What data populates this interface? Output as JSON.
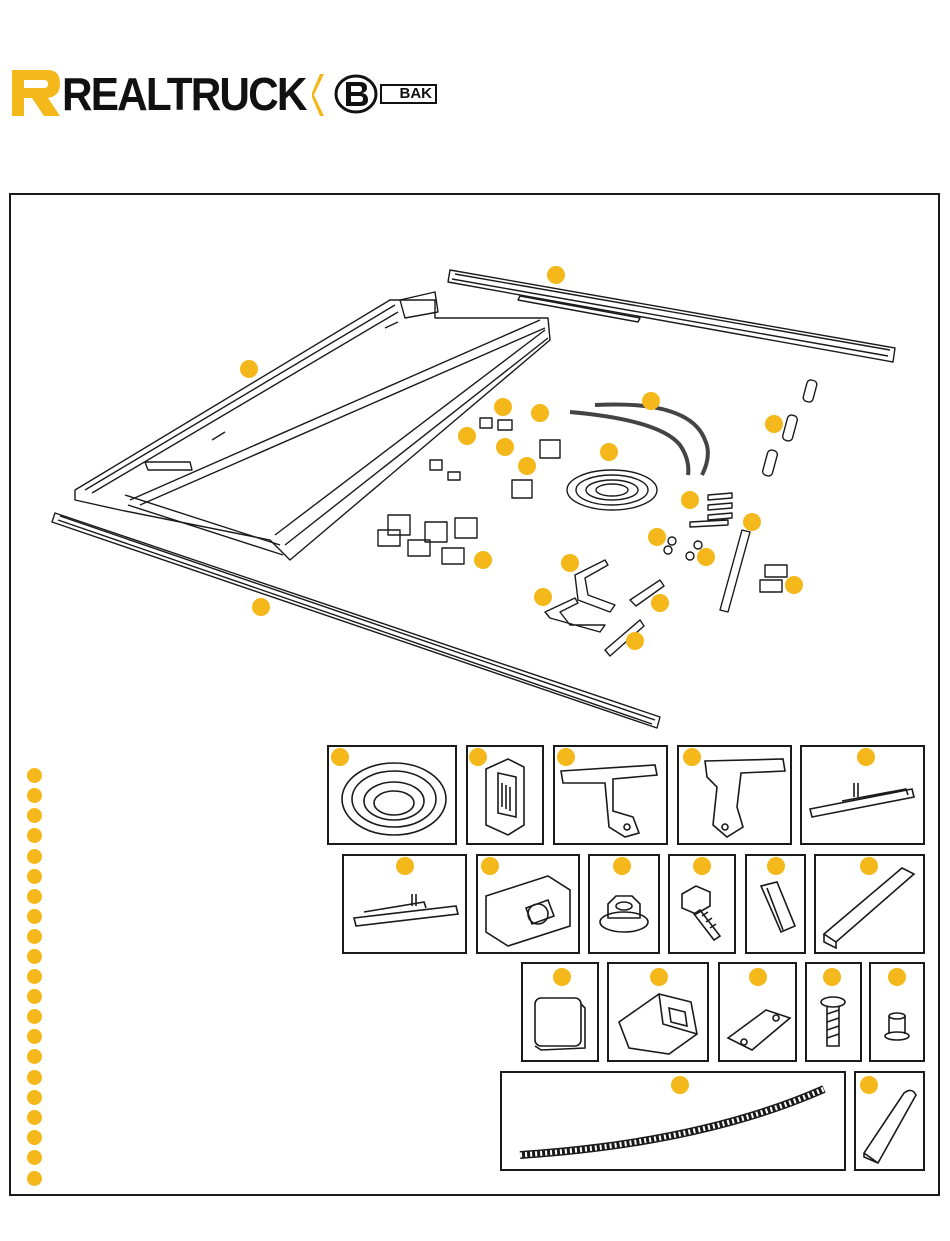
{
  "header": {
    "brand_name": "REALTRUCK",
    "sub_brand": "BAK"
  },
  "colors": {
    "accent": "#f4b81a",
    "line": "#1a1a1a"
  },
  "legend": {
    "count": 21
  },
  "detail_boxes": [
    {
      "id": "bulb-seal-roll"
    },
    {
      "id": "c-clamp"
    },
    {
      "id": "bracket-left"
    },
    {
      "id": "bracket-right"
    },
    {
      "id": "stud-plate-a"
    },
    {
      "id": "stud-plate-b"
    },
    {
      "id": "rail-clamp"
    },
    {
      "id": "flange-nut"
    },
    {
      "id": "hex-bolt"
    },
    {
      "id": "channel-piece"
    },
    {
      "id": "foam-strip"
    },
    {
      "id": "rubber-pad"
    },
    {
      "id": "clip-mount"
    },
    {
      "id": "spacer-plate"
    },
    {
      "id": "phillips-screw"
    },
    {
      "id": "bushing"
    },
    {
      "id": "drain-tube"
    },
    {
      "id": "end-plug"
    }
  ]
}
